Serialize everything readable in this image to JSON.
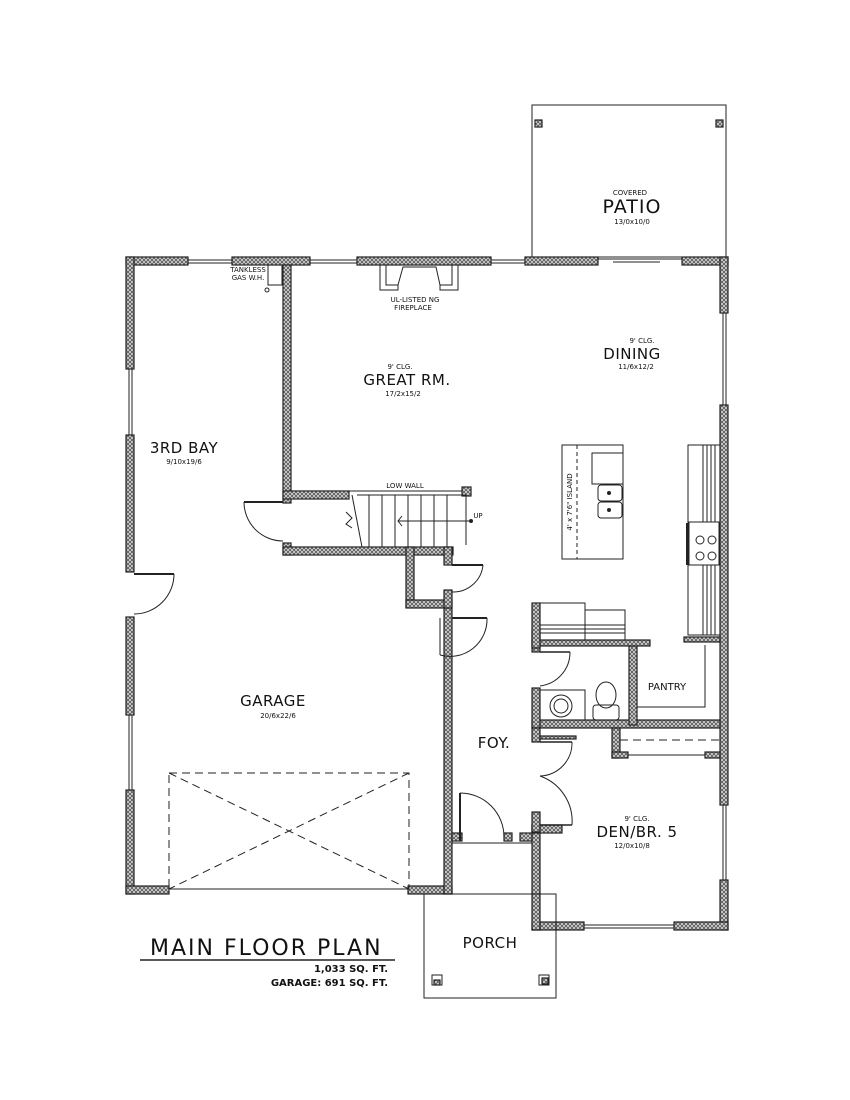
{
  "plan": {
    "title": "MAIN FLOOR PLAN",
    "area_living": "1,033 SQ. FT.",
    "area_garage": "GARAGE: 691 SQ. FT."
  },
  "rooms": {
    "patio": {
      "prefix": "COVERED",
      "name": "PATIO",
      "size": "13/0x10/0"
    },
    "great_room": {
      "ceiling": "9' CLG.",
      "name": "GREAT RM.",
      "size": "17/2x15/2"
    },
    "dining": {
      "ceiling": "9' CLG.",
      "name": "DINING",
      "size": "11/6x12/2"
    },
    "third_bay": {
      "name": "3RD BAY",
      "size": "9/10x19/6"
    },
    "garage": {
      "name": "GARAGE",
      "size": "20/6x22/6"
    },
    "foyer": {
      "name": "FOY."
    },
    "pantry": {
      "name": "PANTRY"
    },
    "den": {
      "ceiling": "9' CLG.",
      "name": "DEN/BR. 5",
      "size": "12/0x10/8"
    },
    "porch": {
      "name": "PORCH"
    }
  },
  "notes": {
    "water_heater_1": "TANKLESS",
    "water_heater_2": "GAS W.H.",
    "fireplace_1": "UL-LISTED NG",
    "fireplace_2": "FIREPLACE",
    "low_wall": "LOW WALL",
    "stairs_up": "UP",
    "island": "4' x 7'6\" ISLAND"
  },
  "colors": {
    "line": "#222222",
    "hatch": "#7a7a7a",
    "background": "#ffffff"
  }
}
